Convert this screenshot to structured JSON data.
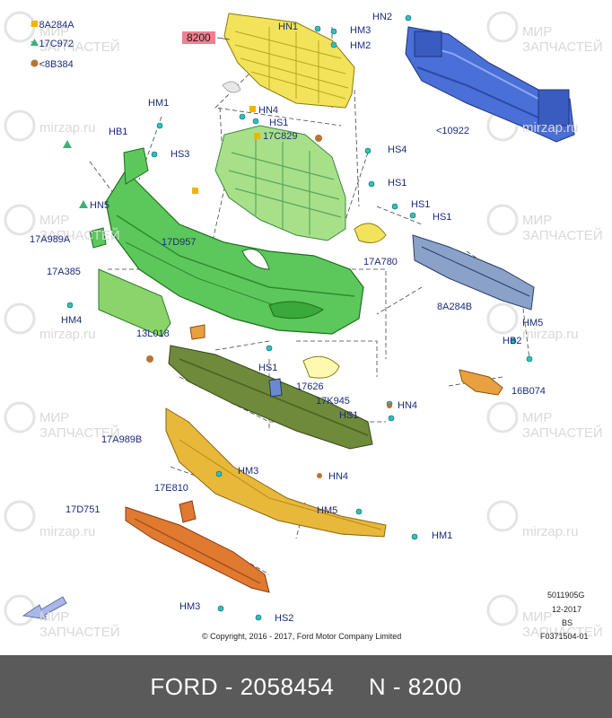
{
  "legend": [
    {
      "color": "#f2b400",
      "shape": "square",
      "text": "= 8A284A"
    },
    {
      "color": "#3cb371",
      "shape": "triangle",
      "text": "= 17C972"
    },
    {
      "color": "#b87333",
      "shape": "circle",
      "text": "= <8B384"
    }
  ],
  "watermark": {
    "line1": "МИР",
    "line2": "ЗАПЧАСТЕЙ",
    "url": "mirzap.ru"
  },
  "labels": {
    "part_8200": "8200",
    "hn1": "HN1",
    "hm3_top": "HM3",
    "hm2": "HM2",
    "hn2": "HN2",
    "p10922": "<10922",
    "hm1_top": "HM1",
    "hn4_top": "HN4",
    "hs1_a": "HS1",
    "p17c829": "17C829",
    "hb1": "HB1",
    "hs3": "HS3",
    "hs4": "HS4",
    "hs1_b": "HS1",
    "hn5": "HN5",
    "hs1_c": "HS1",
    "hs1_d": "HS1",
    "p17a989a": "17A989A",
    "p17d957": "17D957",
    "p17a780": "17A780",
    "p17a385": "17A385",
    "p8a284b": "8A284B",
    "hm4_left": "HM4",
    "p13l018": "13L018",
    "hm5_right": "HM5",
    "hb2": "HB2",
    "hs1_e": "HS1",
    "p17626": "17626",
    "p16b074": "16B074",
    "p17k945": "17K945",
    "hn4_mid": "HN4",
    "hs1_f": "HS1",
    "p17a989b": "17A989B",
    "hm3_mid": "HM3",
    "hn4_low": "HN4",
    "p17e810": "17E810",
    "p17d751": "17D751",
    "hm5_low": "HM5",
    "hm1_low": "HM1",
    "hm3_bottom": "HM3",
    "hs2": "HS2"
  },
  "copyright": "© Copyright, 2016 - 2017, Ford Motor Company Limited",
  "meta": {
    "code1": "5011905G",
    "date": "12-2017",
    "region": "BS",
    "code2": "F0371504-01"
  },
  "footer": {
    "text": "FORD - 2058454     N - 8200"
  },
  "colors": {
    "grille_yellow": "#f3e35a",
    "upper_grille": "#a8e08a",
    "bumper_green": "#5cc85c",
    "reinforcement_blue": "#4a6fd6",
    "absorber_steel": "#8aa2c8",
    "deflector_olive": "#6e8a3a",
    "lower_cover_gold": "#e8b83a",
    "skid_copper": "#e07a30",
    "bracket_amber": "#e8a040",
    "label_navy": "#1a2b7a",
    "footer_gray": "#5a5a5a"
  }
}
